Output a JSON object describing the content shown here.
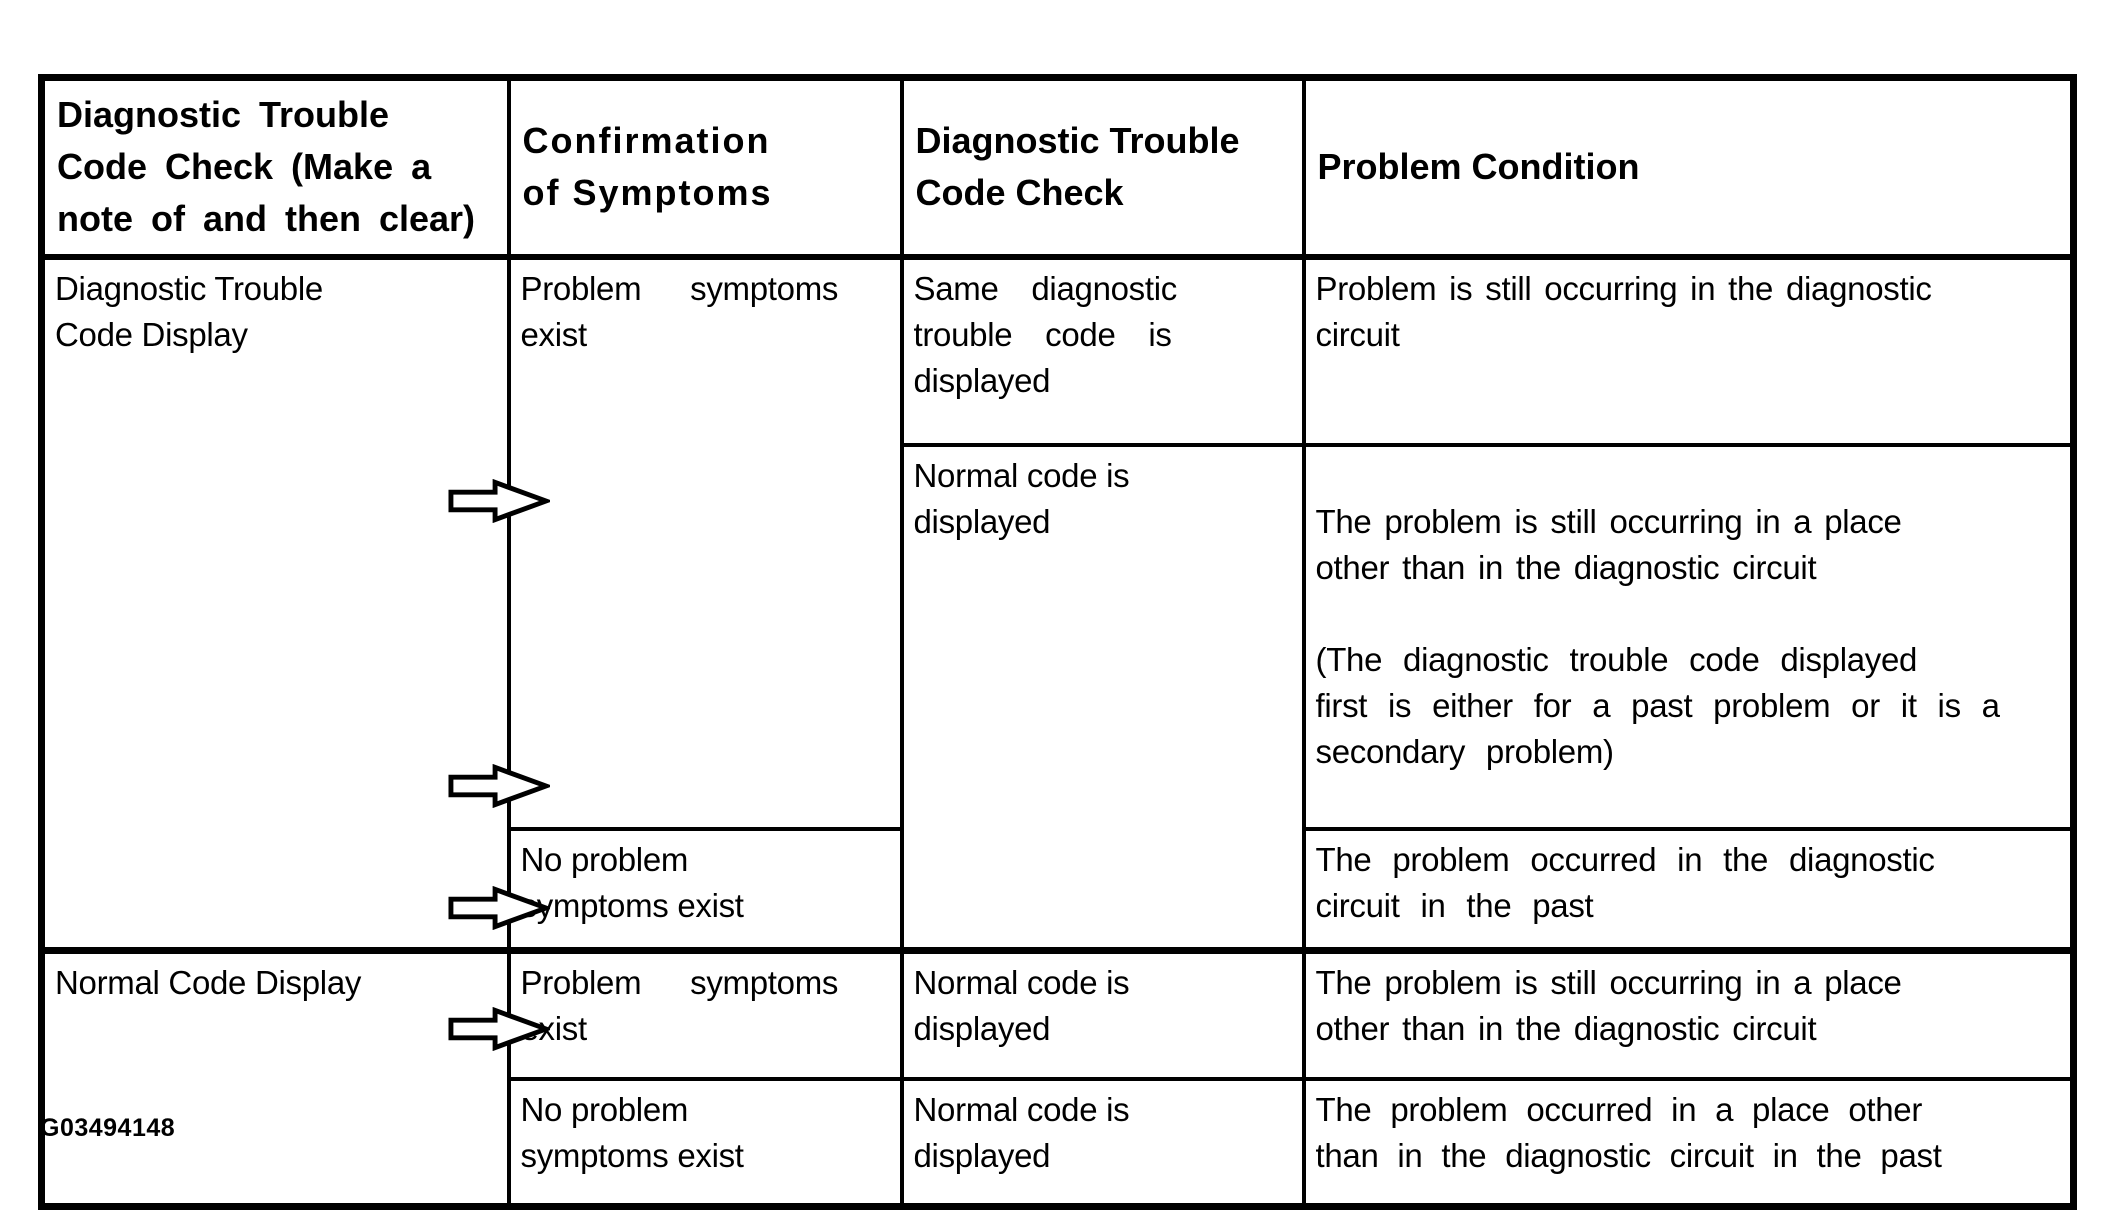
{
  "colors": {
    "text": "#000000",
    "border": "#000000",
    "background": "#ffffff"
  },
  "icons": {
    "flow_arrow": "right-block-arrow"
  },
  "figure_id": "G03494148",
  "table": {
    "headers": {
      "dtc_check_note": "Diagnostic Trouble\nCode Check (Make a\nnote of and then clear)",
      "confirmation_of_symptoms": "Confirmation\nof Symptoms",
      "dtc_check": "Diagnostic Trouble\nCode Check",
      "problem_condition": "Problem Condition"
    },
    "body": {
      "dtc_display": "Diagnostic Trouble\nCode Display",
      "normal_code_display": "Normal Code Display",
      "problem_symptoms_exist_1": "Problem symptoms\nexist",
      "no_problem_symptoms_1": "No problem\nsymptoms exist",
      "problem_symptoms_exist_2": "Problem symptoms\nexist",
      "no_problem_symptoms_2": "No problem\nsymptoms exist",
      "same_dtc_displayed": "Same diagnostic\ntrouble code is\ndisplayed",
      "normal_code_displayed_1": "Normal code is\ndisplayed",
      "normal_code_displayed_2": "Normal code is\ndisplayed",
      "normal_code_displayed_3": "Normal code is\ndisplayed",
      "cond_still_in_circuit": "Problem is still occurring in the diagnostic\ncircuit",
      "cond_other_place_main": "The problem is still occurring in a place\nother than in the diagnostic circuit",
      "cond_other_place_note": "(The diagnostic trouble code displayed\nfirst is either for a past problem or it is a\nsecondary problem)",
      "cond_past_in_circuit": "The problem occurred in the diagnostic\ncircuit in the past",
      "cond_other_place_2": "The problem is still occurring in a place\nother than in the diagnostic circuit",
      "cond_past_other_place": "The problem occurred in a place other\nthan in the diagnostic circuit in the past"
    }
  }
}
